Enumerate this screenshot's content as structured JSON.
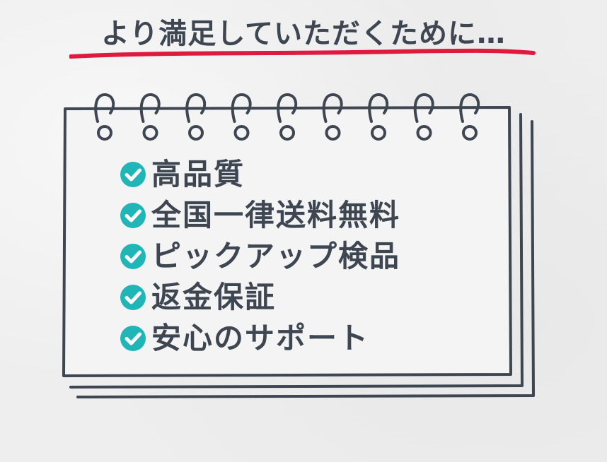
{
  "heading": {
    "text": "より満足していただくために…",
    "underline_color": "#e0193f"
  },
  "notebook": {
    "ring_count": 9,
    "line_color": "#3d4651"
  },
  "features": {
    "check_color": "#20b6b8",
    "items": [
      {
        "label": "高品質"
      },
      {
        "label": "全国一律送料無料"
      },
      {
        "label": "ピックアップ検品"
      },
      {
        "label": "返金保証"
      },
      {
        "label": "安心のサポート"
      }
    ]
  }
}
